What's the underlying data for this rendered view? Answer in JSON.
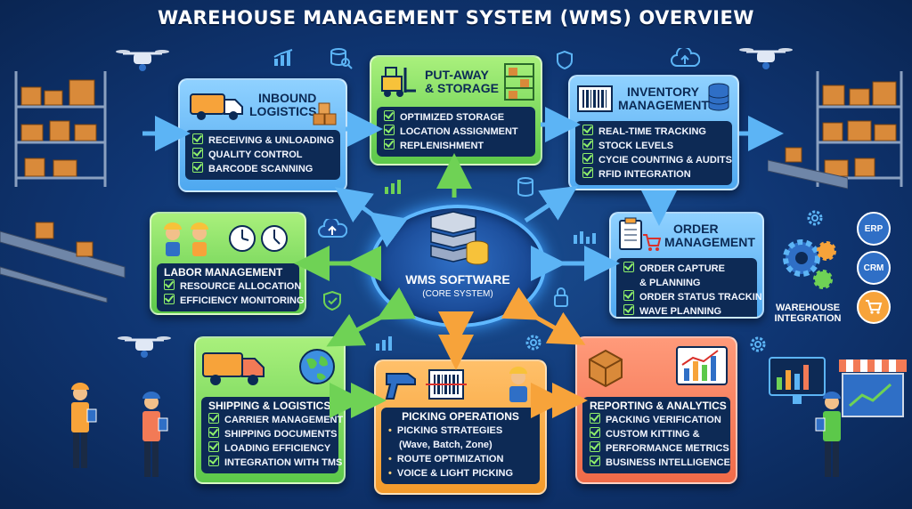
{
  "title": "WAREHOUSE MANAGEMENT SYSTEM (WMS) OVERVIEW",
  "core": {
    "title": "WMS SOFTWARE",
    "subtitle": "(CORE SYSTEM)"
  },
  "cards": {
    "inbound": {
      "title_1": "INBOUND",
      "title_2": "LOGISTICS",
      "items": [
        "RECEIVING & UNLOADING",
        "QUALITY CONTROL",
        "BARCODE SCANNING"
      ]
    },
    "putaway": {
      "title_1": "PUT-AWAY",
      "title_2": "& STORAGE",
      "items": [
        "OPTIMIZED STORAGE",
        "LOCATION ASSIGNMENT",
        "REPLENISHMENT"
      ]
    },
    "inventory": {
      "title_1": "INVENTORY",
      "title_2": "MANAGEMENT",
      "items": [
        "REAL-TIME TRACKING",
        "STOCK LEVELS",
        "CYCIE COUNTING & AUDITS",
        "RFID INTEGRATION"
      ]
    },
    "labor": {
      "title": "LABOR MANAGEMENT",
      "items": [
        "RESOURCE ALLOCATION",
        "EFFICIENCY MONITORING"
      ]
    },
    "order": {
      "title_1": "ORDER",
      "title_2": "MANAGEMENT",
      "items": [
        "ORDER CAPTURE",
        "& PLANNING",
        "ORDER STATUS TRACKING",
        "WAVE PLANNING"
      ]
    },
    "shipping": {
      "title": "SHIPPING & LOGISTICS",
      "items": [
        "CARRIER MANAGEMENT",
        "SHIPPING DOCUMENTS",
        "LOADING EFFICIENCY",
        "INTEGRATION WITH TMS"
      ]
    },
    "picking": {
      "title": "PICKING OPERATIONS",
      "items": [
        "PICKING STRATEGIES",
        "(Wave, Batch, Zone)",
        "ROUTE OPTIMIZATION",
        "VOICE & LIGHT PICKING"
      ]
    },
    "reporting": {
      "title": "REPORTING & ANALYTICS",
      "items": [
        "PACKING VERIFICATION",
        "CUSTOM KITTING &",
        "PERFORMANCE METRICS",
        "BUSINESS INTELLIGENCE"
      ]
    }
  },
  "integration": {
    "label_1": "WAREHOUSE",
    "label_2": "INTEGRATION",
    "bubbles": [
      "ERP",
      "CRM",
      "cart-icon"
    ]
  },
  "colors": {
    "blue": "#5cb4f5",
    "green": "#6fd255",
    "orange": "#f7a33a",
    "red": "#f27a56",
    "check": "#8ff06a"
  }
}
